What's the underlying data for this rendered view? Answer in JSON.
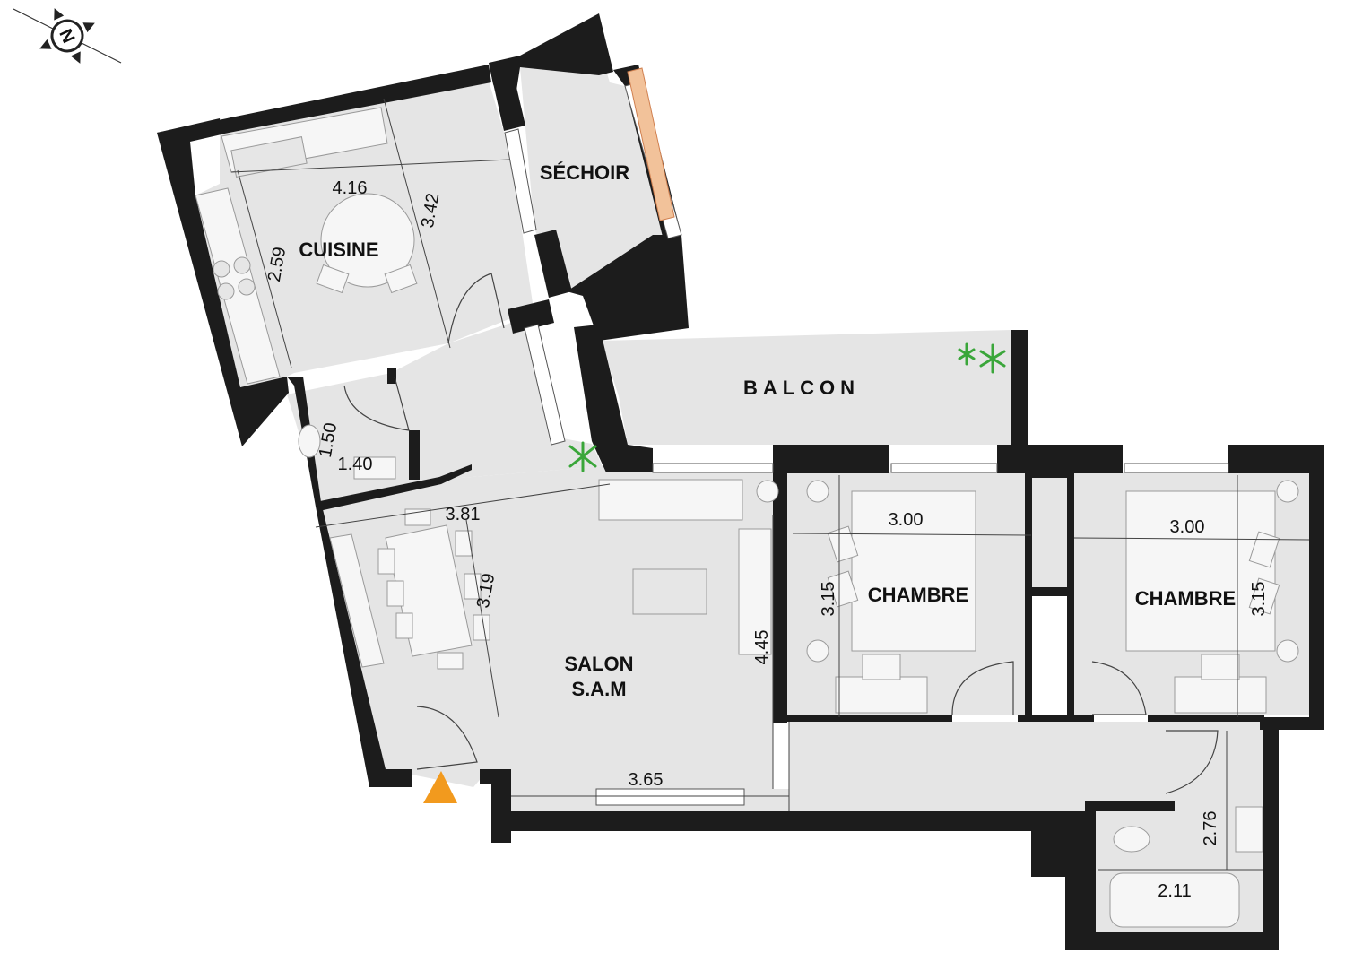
{
  "rooms": {
    "cuisine": "CUISINE",
    "sechoir": "SÉCHOIR",
    "balcon": "BALCON",
    "chambre_1": "CHAMBRE",
    "chambre_2": "CHAMBRE",
    "salon_line1": "SALON",
    "salon_line2": "S.A.M"
  },
  "dimensions": {
    "cuisine_width": "4.16",
    "cuisine_depth": "3.42",
    "cuisine_side": "2.59",
    "wc_height": "1.50",
    "wc_width": "1.40",
    "salon_top": "3.81",
    "salon_table": "3.19",
    "salon_side": "4.45",
    "salon_bottom": "3.65",
    "chambre_1_width": "3.00",
    "chambre_1_depth": "3.15",
    "chambre_2_width": "3.00",
    "chambre_2_depth": "3.15",
    "sdb_height": "2.76",
    "sdb_width": "2.11"
  },
  "compass": {
    "label": "N"
  },
  "colors": {
    "wall": "#1c1c1c",
    "floor": "#e5e5e5",
    "entrance_arrow": "#f29a1e",
    "plant": "#3aa63a",
    "sechoir_rack": "#f2c29a"
  }
}
